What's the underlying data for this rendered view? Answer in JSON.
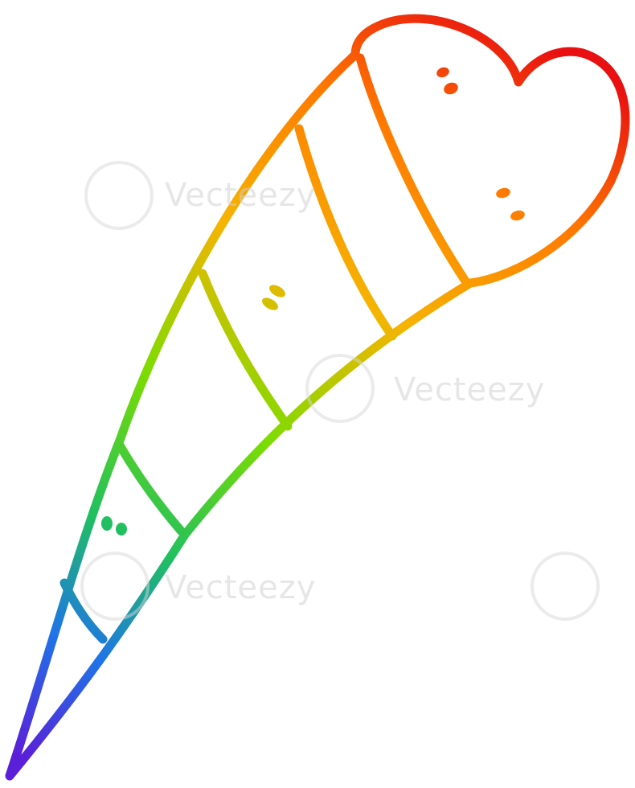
{
  "illustration": {
    "subject": "cartoon heart-tipped pen with segmented rainbow body",
    "gradient_colors": [
      "#e81010",
      "#ff7a00",
      "#f5b400",
      "#7cdc00",
      "#20c060",
      "#1f74e8",
      "#5a1fd8"
    ],
    "stroke_style": "hand-drawn outline"
  },
  "watermark": {
    "text": "Vecteezy"
  }
}
